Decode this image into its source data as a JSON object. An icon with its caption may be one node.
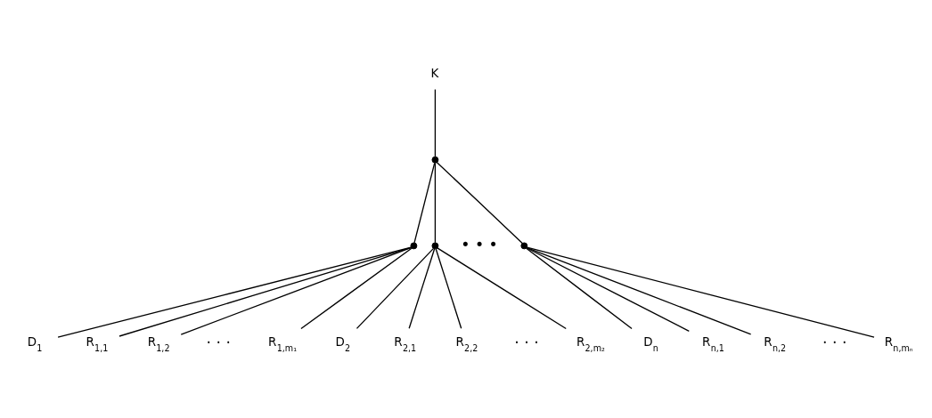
{
  "diagram": {
    "nodes": [
      {
        "text": [
          "K"
        ]
      },
      {
        "text": [],
        "shape": "circle"
      },
      {
        "text": [],
        "shape": "circle"
      },
      {
        "text": [],
        "shape": "circle"
      },
      {
        "text": [],
        "shape": "circle"
      },
      {
        "text": [
          "D$_{1}$"
        ]
      },
      {
        "text": [
          "R$_{1,1}$"
        ]
      },
      {
        "text": [
          "R$_{1,2}$"
        ]
      },
      {
        "text": [
          "R$_{1,m₁}$"
        ]
      },
      {
        "text": [
          "D$_{2}$"
        ]
      },
      {
        "text": [
          "R$_{2,1}$"
        ]
      },
      {
        "text": [
          "R$_{2,2}$"
        ]
      },
      {
        "text": [
          "R$_{2,m₂}$"
        ]
      },
      {
        "text": [
          "D$_{n}$"
        ]
      },
      {
        "text": [
          "R$_{n,1}$"
        ]
      },
      {
        "text": [
          "R$_{n,2}$"
        ]
      },
      {
        "text": [
          "R$_{n,mₙ}$"
        ]
      }
    ],
    "edges": [
      {
        "from": 0,
        "to": 1,
        "arrow": "none"
      },
      {
        "from": 1,
        "to": 2,
        "arrow": "none"
      },
      {
        "from": 1,
        "to": 3,
        "arrow": "none"
      },
      {
        "from": 1,
        "to": 4,
        "arrow": "none"
      },
      {
        "from": 2,
        "to": 5,
        "arrow": "none"
      },
      {
        "from": 2,
        "to": 6,
        "arrow": "none"
      },
      {
        "from": 2,
        "to": 7,
        "arrow": "none"
      },
      {
        "from": 2,
        "to": 8,
        "arrow": "none"
      },
      {
        "from": 3,
        "to": 9,
        "arrow": "none"
      },
      {
        "from": 3,
        "to": 10,
        "arrow": "none"
      },
      {
        "from": 3,
        "to": 11,
        "arrow": "none"
      },
      {
        "from": 3,
        "to": 12,
        "arrow": "none"
      },
      {
        "from": 4,
        "to": 13,
        "arrow": "none"
      },
      {
        "from": 4,
        "to": 14,
        "arrow": "none"
      },
      {
        "from": 4,
        "to": 15,
        "arrow": "none"
      },
      {
        "from": 4,
        "to": 16,
        "arrow": "none"
      }
    ],
    "labels": [
      "• • •",
      "· · ·",
      "· · ·",
      "· · ·"
    ]
  }
}
